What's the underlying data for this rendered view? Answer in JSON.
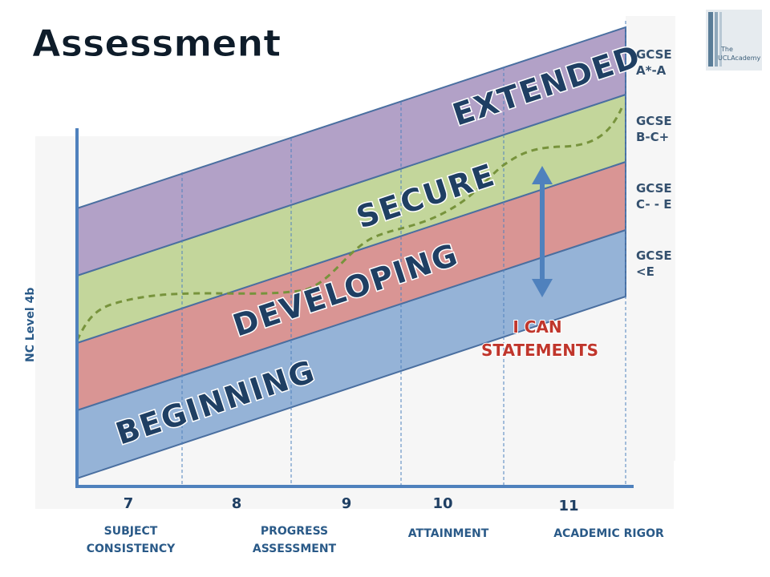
{
  "title": "Assessment",
  "y_axis_label": "NC Level 4b",
  "bands": [
    {
      "label": "BEGINNING",
      "color": "#95b3d7"
    },
    {
      "label": "DEVELOPING",
      "color": "#d99594"
    },
    {
      "label": "SECURE",
      "color": "#c3d69b"
    },
    {
      "label": "EXTENDED",
      "color": "#b2a1c7"
    }
  ],
  "gcse_labels": [
    {
      "line1": "GCSE",
      "line2": "A*-A"
    },
    {
      "line1": "GCSE",
      "line2": "B-C+"
    },
    {
      "line1": "GCSE",
      "line2": "C- - E"
    },
    {
      "line1": "GCSE",
      "line2": "<E"
    }
  ],
  "x_ticks": [
    "7",
    "8",
    "9",
    "10",
    "11"
  ],
  "categories": [
    {
      "line1": "SUBJECT",
      "line2": "CONSISTENCY"
    },
    {
      "line1": "PROGRESS",
      "line2": "ASSESSMENT"
    },
    {
      "line1": "ATTAINMENT",
      "line2": ""
    },
    {
      "line1": "ACADEMIC RIGOR",
      "line2": ""
    }
  ],
  "callout": {
    "line1": "I CAN",
    "line2": "STATEMENTS",
    "color": "#c0362c"
  },
  "logo": {
    "small": "The",
    "name": "UCLAcademy"
  },
  "colors": {
    "axis": "#4f81bd",
    "arrow": "#4f81bd",
    "trend": "#77933c"
  }
}
